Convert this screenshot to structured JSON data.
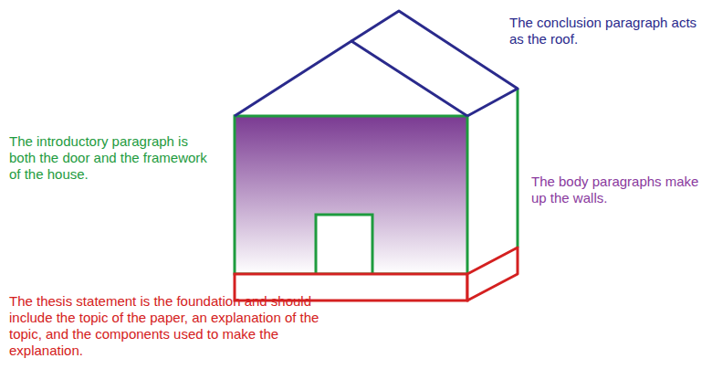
{
  "diagram": {
    "labels": [
      "The conclusion paragraph acts as the roof.",
      "The introductory paragraph is both the door and the framework of the house.",
      "The body paragraphs make up the walls.",
      "The thesis statement is the foundation and should include the topic of the paper, an explanation of the topic, and the components used to make the explanation."
    ]
  }
}
